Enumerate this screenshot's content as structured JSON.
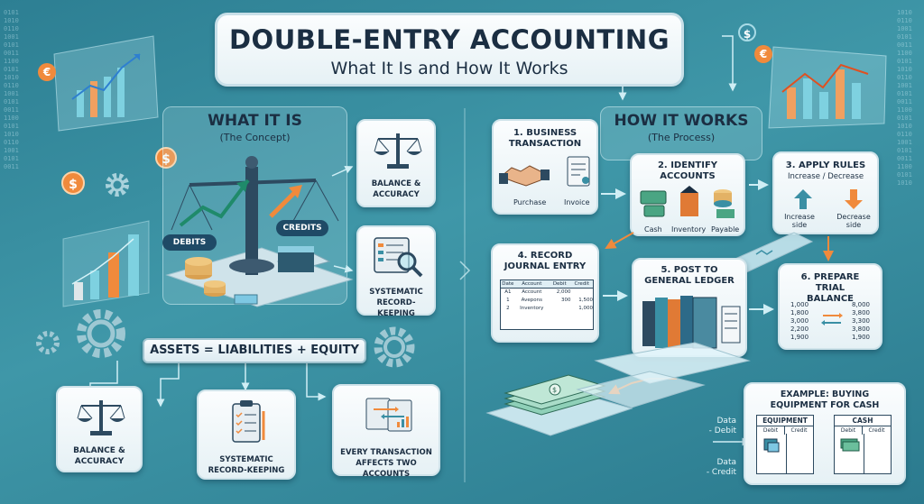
{
  "header": {
    "title": "DOUBLE-ENTRY ACCOUNTING",
    "subtitle": "What It Is and How It Works"
  },
  "what_it_is": {
    "title": "WHAT IT IS",
    "subtitle": "(The Concept)",
    "debits_label": "DEBITS",
    "credits_label": "CREDITS",
    "equation": "ASSETS = LIABILITIES + EQUITY",
    "side_cards": [
      {
        "label": "BALANCE & ACCURACY"
      },
      {
        "label": "SYSTEMATIC RECORD-KEEPING"
      }
    ],
    "bottom_cards": [
      {
        "label": "BALANCE & ACCURACY"
      },
      {
        "label": "SYSTEMATIC RECORD-KEEPING"
      },
      {
        "label": "EVERY TRANSACTION AFFECTS TWO ACCOUNTS"
      }
    ]
  },
  "how_it_works": {
    "title": "HOW IT WORKS",
    "subtitle": "(The Process)",
    "step1": {
      "title": "1. BUSINESS TRANSACTION",
      "left": "Purchase",
      "right": "Invoice"
    },
    "step2": {
      "title": "2. IDENTIFY ACCOUNTS",
      "items": [
        "Cash",
        "Inventory",
        "Payable"
      ]
    },
    "step3": {
      "title": "3. APPLY RULES",
      "subtitle": "Increase / Decrease",
      "left": "Increase side",
      "right": "Decrease side"
    },
    "step4": {
      "title": "4. RECORD JOURNAL ENTRY",
      "headers": [
        "Date",
        "Account",
        "Debit",
        "Credit"
      ],
      "rows": [
        [
          "A1",
          "Account",
          "2,000",
          ""
        ],
        [
          "1",
          "Avepons",
          "300",
          "1,500"
        ],
        [
          "2",
          "Inventory",
          "",
          "1,000"
        ]
      ]
    },
    "step5": {
      "title": "5. POST TO GENERAL LEDGER"
    },
    "step6": {
      "title": "6. PREPARE TRIAL BALANCE",
      "left": [
        "1,000",
        "1,800",
        "3,000",
        "2,200",
        "1,900"
      ],
      "right": [
        "8,000",
        "3,800",
        "3,300",
        "3,800",
        "1,900"
      ]
    },
    "example": {
      "title": "EXAMPLE: BUYING EQUIPMENT FOR CASH",
      "equipment": "EQUIPMENT",
      "cash": "CASH",
      "debit": "Debit",
      "credit": "Credit",
      "data_debit_1": "Data",
      "data_debit_2": "- Debit",
      "data_credit_1": "Data",
      "data_credit_2": "- Credit"
    }
  },
  "colors": {
    "accent_orange": "#f08a3c",
    "teal_dark": "#1f6476",
    "navy": "#1b2e42"
  }
}
